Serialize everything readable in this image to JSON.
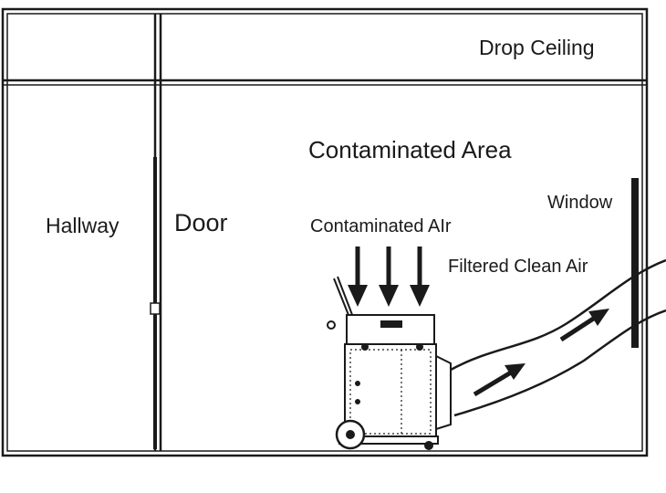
{
  "labels": {
    "drop_ceiling": "Drop Ceiling",
    "contaminated_area": "Contaminated Area",
    "window": "Window",
    "hallway": "Hallway",
    "door": "Door",
    "contaminated_air": "Contaminated AIr",
    "filtered_clean_air": "Filtered Clean Air"
  },
  "colors": {
    "line": "#1a1a1a",
    "background": "#ffffff"
  },
  "icons": {
    "machine": "air-scrubber-unit-icon",
    "down_arrow": "down-arrow-icon",
    "flow_arrow": "flow-arrow-icon"
  }
}
